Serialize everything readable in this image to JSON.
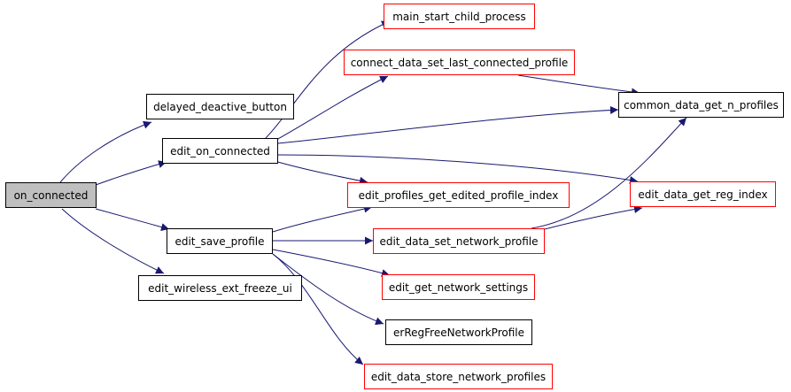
{
  "diagram": {
    "type": "call-graph",
    "colors": {
      "edge": "#191970",
      "root_fill": "#bfbfbf",
      "documented_border": "#000000",
      "undocumented_border": "#ff0000"
    },
    "nodes": [
      {
        "id": "on_connected",
        "label": "on_connected",
        "style": "root"
      },
      {
        "id": "delayed_deactive_button",
        "label": "delayed_deactive_button",
        "style": "black"
      },
      {
        "id": "edit_on_connected",
        "label": "edit_on_connected",
        "style": "black"
      },
      {
        "id": "edit_save_profile",
        "label": "edit_save_profile",
        "style": "black"
      },
      {
        "id": "edit_wireless_ext_freeze_ui",
        "label": "edit_wireless_ext_freeze_ui",
        "style": "black"
      },
      {
        "id": "main_start_child_process",
        "label": "main_start_child_process",
        "style": "red"
      },
      {
        "id": "connect_data_set_last_connected_profile",
        "label": "connect_data_set_last_connected_profile",
        "style": "red"
      },
      {
        "id": "common_data_get_n_profiles",
        "label": "common_data_get_n_profiles",
        "style": "black"
      },
      {
        "id": "edit_profiles_get_edited_profile_index",
        "label": "edit_profiles_get_edited_profile_index",
        "style": "red"
      },
      {
        "id": "edit_data_get_reg_index",
        "label": "edit_data_get_reg_index",
        "style": "red"
      },
      {
        "id": "edit_data_set_network_profile",
        "label": "edit_data_set_network_profile",
        "style": "red"
      },
      {
        "id": "edit_get_network_settings",
        "label": "edit_get_network_settings",
        "style": "red"
      },
      {
        "id": "erRegFreeNetworkProfile",
        "label": "erRegFreeNetworkProfile",
        "style": "black"
      },
      {
        "id": "edit_data_store_network_profiles",
        "label": "edit_data_store_network_profiles",
        "style": "red"
      }
    ],
    "edges": [
      {
        "from": "on_connected",
        "to": "delayed_deactive_button"
      },
      {
        "from": "on_connected",
        "to": "edit_on_connected"
      },
      {
        "from": "on_connected",
        "to": "edit_save_profile"
      },
      {
        "from": "on_connected",
        "to": "edit_wireless_ext_freeze_ui"
      },
      {
        "from": "edit_on_connected",
        "to": "main_start_child_process"
      },
      {
        "from": "edit_on_connected",
        "to": "connect_data_set_last_connected_profile"
      },
      {
        "from": "edit_on_connected",
        "to": "common_data_get_n_profiles"
      },
      {
        "from": "edit_on_connected",
        "to": "edit_profiles_get_edited_profile_index"
      },
      {
        "from": "edit_on_connected",
        "to": "edit_data_get_reg_index"
      },
      {
        "from": "connect_data_set_last_connected_profile",
        "to": "common_data_get_n_profiles"
      },
      {
        "from": "edit_save_profile",
        "to": "edit_profiles_get_edited_profile_index"
      },
      {
        "from": "edit_save_profile",
        "to": "edit_data_set_network_profile"
      },
      {
        "from": "edit_save_profile",
        "to": "edit_get_network_settings"
      },
      {
        "from": "edit_save_profile",
        "to": "erRegFreeNetworkProfile"
      },
      {
        "from": "edit_save_profile",
        "to": "edit_data_store_network_profiles"
      },
      {
        "from": "edit_data_set_network_profile",
        "to": "edit_data_get_reg_index"
      },
      {
        "from": "edit_data_set_network_profile",
        "to": "common_data_get_n_profiles"
      }
    ]
  }
}
